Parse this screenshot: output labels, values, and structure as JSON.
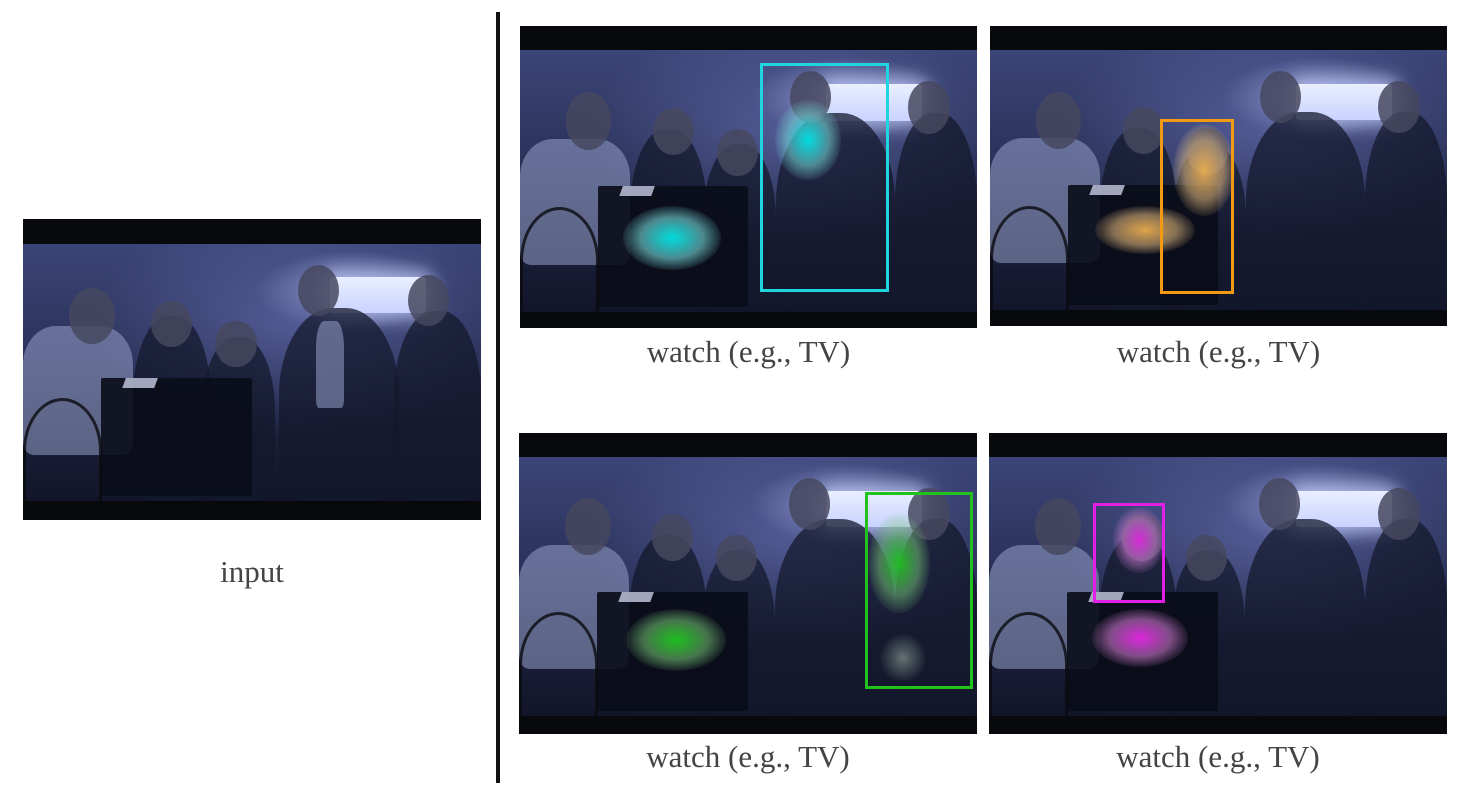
{
  "input_label": "input",
  "panels": [
    {
      "caption": "watch (e.g., TV)",
      "color": "#1fd6e0",
      "blob_color": "rgba(0,230,230,0.95)"
    },
    {
      "caption": "watch (e.g., TV)",
      "color": "#f29a14",
      "blob_color": "rgba(245,180,80,0.9)"
    },
    {
      "caption": "watch (e.g., TV)",
      "color": "#22c11e",
      "blob_color": "rgba(30,200,30,0.95)"
    },
    {
      "caption": "watch (e.g., TV)",
      "color": "#e21fe5",
      "blob_color": "rgba(230,40,230,0.95)"
    }
  ]
}
